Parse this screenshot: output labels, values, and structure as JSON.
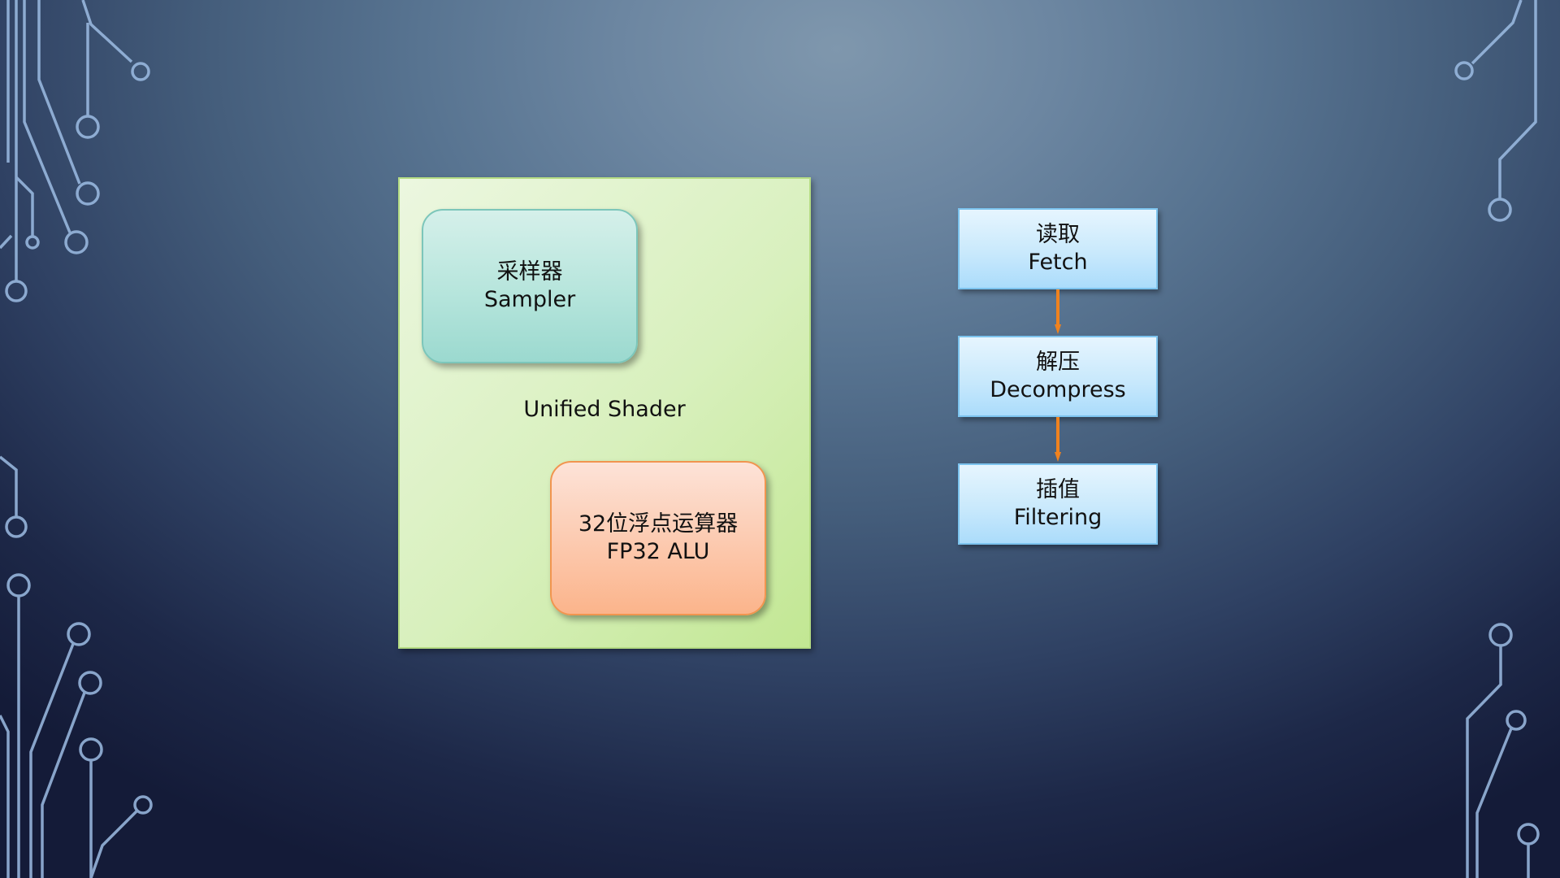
{
  "unified_shader": {
    "label": "Unified Shader",
    "sampler": {
      "line1": "采样器",
      "line2": "Sampler"
    },
    "alu": {
      "line1": "32位浮点运算器",
      "line2": "FP32 ALU"
    }
  },
  "pipeline": {
    "stages": [
      {
        "line1": "读取",
        "line2": "Fetch"
      },
      {
        "line1": "解压",
        "line2": "Decompress"
      },
      {
        "line1": "插值",
        "line2": "Filtering"
      }
    ],
    "arrow_color": "#f0821e"
  },
  "colors": {
    "shader_fill": "#d8f0bd",
    "sampler_fill": "#b6e5dc",
    "alu_fill": "#fcc9ae",
    "stage_fill": "#c9e9fc",
    "circuit_line": "#8fb3dd"
  }
}
